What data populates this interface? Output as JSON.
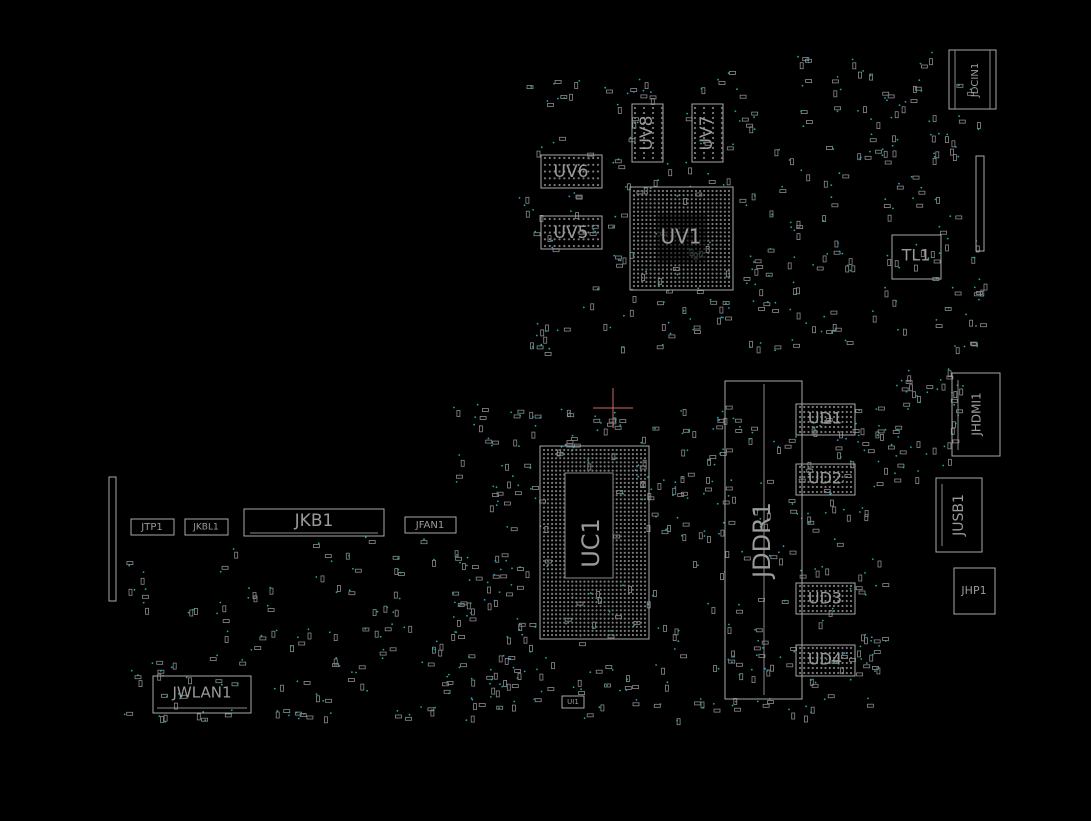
{
  "components": [
    {
      "ref": "JDCIN1"
    },
    {
      "ref": "UV8"
    },
    {
      "ref": "UV7"
    },
    {
      "ref": "UV6"
    },
    {
      "ref": "UV5"
    },
    {
      "ref": "UV1"
    },
    {
      "ref": "TL1"
    },
    {
      "ref": "JHDMI1"
    },
    {
      "ref": "UD1"
    },
    {
      "ref": "UD2"
    },
    {
      "ref": "UD3"
    },
    {
      "ref": "UD4"
    },
    {
      "ref": "JDDR1"
    },
    {
      "ref": "JUSB1"
    },
    {
      "ref": "JHP1"
    },
    {
      "ref": "UC1"
    },
    {
      "ref": "JKB1"
    },
    {
      "ref": "JTP1"
    },
    {
      "ref": "JKBL1"
    },
    {
      "ref": "JFAN1"
    },
    {
      "ref": "JWLAN1"
    },
    {
      "ref": "UI1"
    }
  ],
  "colors": {
    "background": "#000000",
    "outline": "#a8a8a8",
    "testpoint": "#1aa7b3",
    "cursor": "#c86a6a"
  }
}
